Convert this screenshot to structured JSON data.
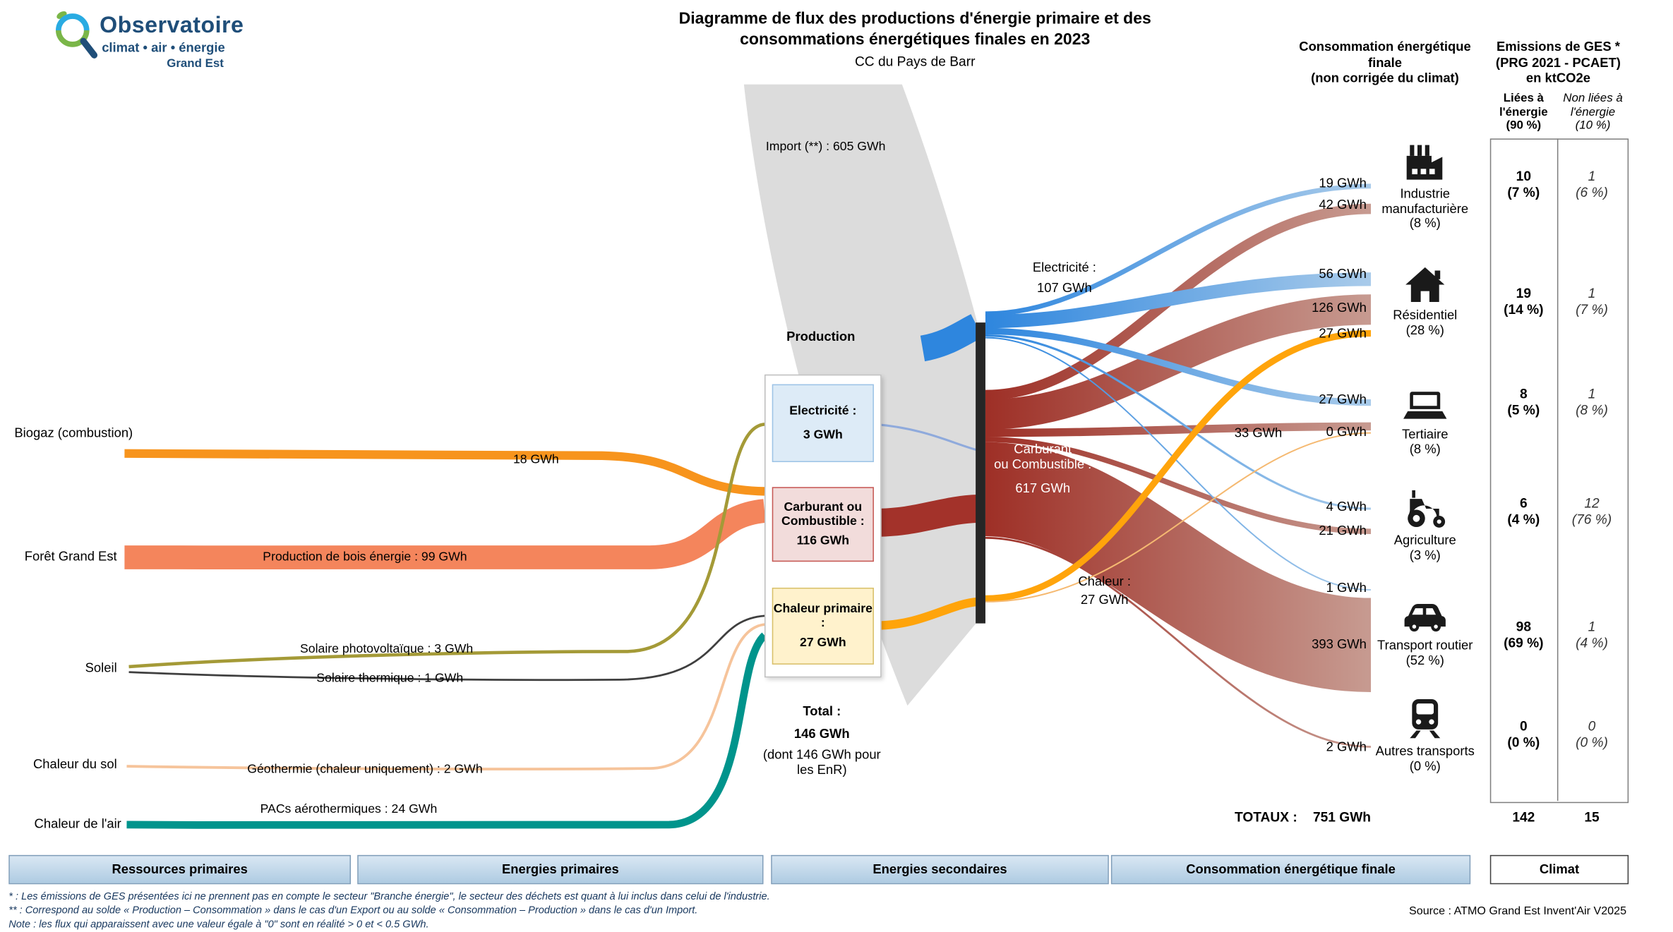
{
  "logo": {
    "name": "Observatoire",
    "tagline": "climat • air • énergie",
    "region": "Grand Est"
  },
  "title": {
    "line1": "Diagramme de flux des productions d'énergie primaire et des",
    "line2": "consommations énergétiques finales en 2023",
    "subtitle": "CC du Pays de Barr"
  },
  "sources": {
    "biogaz": "Biogaz (combustion)",
    "foret": "Forêt Grand Est",
    "soleil": "Soleil",
    "chaleur_sol": "Chaleur du sol",
    "chaleur_air": "Chaleur de l'air"
  },
  "flow_labels": {
    "import": "Import (**) :  605 GWh",
    "biogaz": "18 GWh",
    "bois": "Production de bois énergie :  99 GWh",
    "pv": "Solaire photovoltaïque :  3 GWh",
    "thermique": "Solaire thermique :  1 GWh",
    "geothermie": "Géothermie (chaleur uniquement) :  2 GWh",
    "pacs": "PACs aérothermiques :  24 GWh"
  },
  "production": {
    "header": "Production",
    "electricite": {
      "label": "Electricité :",
      "value": "3 GWh"
    },
    "carburant": {
      "label": "Carburant ou Combustible :",
      "value": "116 GWh"
    },
    "chaleur": {
      "label": "Chaleur primaire :",
      "value": "27 GWh"
    },
    "total_label": "Total :",
    "total_value": "146 GWh",
    "total_note": "(dont  146 GWh pour les EnR)"
  },
  "secondary": {
    "electricite_label": "Electricité :",
    "electricite_value": "107 GWh",
    "carburant_line1": "Carburant",
    "carburant_line2": "ou Combustible :",
    "carburant_value": "617 GWh",
    "chaleur_label": "Chaleur :",
    "chaleur_value": "27 GWh"
  },
  "consumption_header": {
    "line1": "Consommation énergétique finale",
    "line2": "(non corrigée du climat)"
  },
  "ges_header": {
    "line1": "Emissions de GES *",
    "line2": "(PRG 2021 - PCAET)",
    "line3": "en ktCO2e",
    "col1_label": "Liées à l'énergie",
    "col1_pct": "(90 %)",
    "col2_label": "Non liées à l'énergie",
    "col2_pct": "(10 %)"
  },
  "sectors": [
    {
      "name": "Industrie manufacturière",
      "share": "(8 %)",
      "elec": "19 GWh",
      "fuel": "42 GWh",
      "ges_e": "10",
      "ges_e_pct": "(7 %)",
      "ges_ne": "1",
      "ges_ne_pct": "(6 %)"
    },
    {
      "name": "Résidentiel",
      "share": "(28 %)",
      "elec": "56 GWh",
      "fuel": "126 GWh",
      "heat": "27 GWh",
      "ges_e": "19",
      "ges_e_pct": "(14 %)",
      "ges_ne": "1",
      "ges_ne_pct": "(7 %)"
    },
    {
      "name": "Tertiaire",
      "share": "(8 %)",
      "elec": "27 GWh",
      "fuel": "33 GWh",
      "heat": "0 GWh",
      "ges_e": "8",
      "ges_e_pct": "(5 %)",
      "ges_ne": "1",
      "ges_ne_pct": "(8 %)"
    },
    {
      "name": "Agriculture",
      "share": "(3 %)",
      "elec": "4 GWh",
      "fuel": "21 GWh",
      "ges_e": "6",
      "ges_e_pct": "(4 %)",
      "ges_ne": "12",
      "ges_ne_pct": "(76 %)"
    },
    {
      "name": "Transport routier",
      "share": "(52 %)",
      "elec": "1 GWh",
      "fuel": "393 GWh",
      "ges_e": "98",
      "ges_e_pct": "(69 %)",
      "ges_ne": "1",
      "ges_ne_pct": "(4 %)"
    },
    {
      "name": "Autres transports",
      "share": "(0 %)",
      "fuel": "2 GWh",
      "ges_e": "0",
      "ges_e_pct": "(0 %)",
      "ges_ne": "0",
      "ges_ne_pct": "(0 %)"
    }
  ],
  "totals": {
    "label": "TOTAUX :",
    "consumption": "751 GWh",
    "ges_energy": "142",
    "ges_non_energy": "15"
  },
  "legend": {
    "bar1": "Ressources primaires",
    "bar2": "Energies primaires",
    "bar3": "Energies secondaires",
    "bar4": "Consommation énergétique finale",
    "bar5": "Climat"
  },
  "footnotes": {
    "note1": "* : Les émissions de GES présentées ici ne prennent pas en compte le secteur \"Branche énergie\", le secteur des déchets est quant à lui inclus dans celui de l'industrie.",
    "note2": "** : Correspond au solde « Production – Consommation » dans le cas d'un Export ou au solde « Consommation – Production » dans le cas d'un Import.",
    "note3": "Note : les flux qui apparaissent avec une valeur égale à \"0\" sont en réalité > 0 et < 0.5 GWh.",
    "source": "Source : ATMO Grand Est Invent'Air V2025"
  },
  "chart_data": {
    "type": "sankey",
    "title": "Diagramme de flux des productions d'énergie primaire et des consommations énergétiques finales en 2023",
    "subtitle": "CC du Pays de Barr",
    "unit": "GWh",
    "links": [
      {
        "source": "Biogaz (combustion)",
        "target": "Production – Carburant ou Combustible",
        "value": 18
      },
      {
        "source": "Forêt Grand Est",
        "target": "Production – Carburant ou Combustible",
        "value": 99,
        "label": "Production de bois énergie"
      },
      {
        "source": "Soleil",
        "target": "Production – Electricité",
        "value": 3,
        "label": "Solaire photovoltaïque"
      },
      {
        "source": "Soleil",
        "target": "Production – Chaleur primaire",
        "value": 1,
        "label": "Solaire thermique"
      },
      {
        "source": "Chaleur du sol",
        "target": "Production – Chaleur primaire",
        "value": 2,
        "label": "Géothermie (chaleur uniquement)"
      },
      {
        "source": "Chaleur de l'air",
        "target": "Production – Chaleur primaire",
        "value": 24,
        "label": "PACs aérothermiques"
      },
      {
        "source": "Import (**)",
        "target": "Energies secondaires",
        "value": 605
      },
      {
        "source": "Electricité",
        "target": "Industrie manufacturière",
        "value": 19
      },
      {
        "source": "Electricité",
        "target": "Résidentiel",
        "value": 56
      },
      {
        "source": "Electricité",
        "target": "Tertiaire",
        "value": 27
      },
      {
        "source": "Electricité",
        "target": "Agriculture",
        "value": 4
      },
      {
        "source": "Electricité",
        "target": "Transport routier",
        "value": 1
      },
      {
        "source": "Carburant ou Combustible",
        "target": "Industrie manufacturière",
        "value": 42
      },
      {
        "source": "Carburant ou Combustible",
        "target": "Résidentiel",
        "value": 126
      },
      {
        "source": "Carburant ou Combustible",
        "target": "Tertiaire",
        "value": 33
      },
      {
        "source": "Carburant ou Combustible",
        "target": "Agriculture",
        "value": 21
      },
      {
        "source": "Carburant ou Combustible",
        "target": "Transport routier",
        "value": 393
      },
      {
        "source": "Carburant ou Combustible",
        "target": "Autres transports",
        "value": 2
      },
      {
        "source": "Chaleur",
        "target": "Résidentiel",
        "value": 27
      },
      {
        "source": "Chaleur",
        "target": "Tertiaire",
        "value": 0
      }
    ],
    "production_gwh": {
      "electricite": 3,
      "carburant_ou_combustible": 116,
      "chaleur_primaire": 27,
      "total": 146,
      "dont_enr": 146
    },
    "energies_secondaires_gwh": {
      "electricite": 107,
      "carburant_ou_combustible": 617,
      "chaleur": 27
    },
    "consommation_finale_share_pct": {
      "Industrie manufacturière": 8,
      "Résidentiel": 28,
      "Tertiaire": 8,
      "Agriculture": 3,
      "Transport routier": 52,
      "Autres transports": 0
    },
    "total_consommation_gwh": 751,
    "ges_ktco2e": {
      "categories": [
        "Industrie manufacturière",
        "Résidentiel",
        "Tertiaire",
        "Agriculture",
        "Transport routier",
        "Autres transports"
      ],
      "liees_energie": [
        10,
        19,
        8,
        6,
        98,
        0
      ],
      "liees_energie_pct": [
        7,
        14,
        5,
        4,
        69,
        0
      ],
      "non_liees_energie": [
        1,
        1,
        1,
        12,
        1,
        0
      ],
      "non_liees_energie_pct": [
        6,
        7,
        8,
        76,
        4,
        0
      ],
      "total_liees": 142,
      "total_non_liees": 15,
      "part_liees_pct": 90,
      "part_non_liees_pct": 10
    },
    "colors": {
      "electricite": "#2E86DE",
      "carburant_combustible": "#A3322A",
      "chaleur": "#FFA40B",
      "import": "#DCDCDC",
      "biogaz": "#F7941D",
      "bois": "#F4855C",
      "solaire_pv": "#A49A37",
      "solaire_thermique": "#3F3F3F",
      "geothermie": "#F6C49B",
      "pacs": "#00948C"
    }
  }
}
